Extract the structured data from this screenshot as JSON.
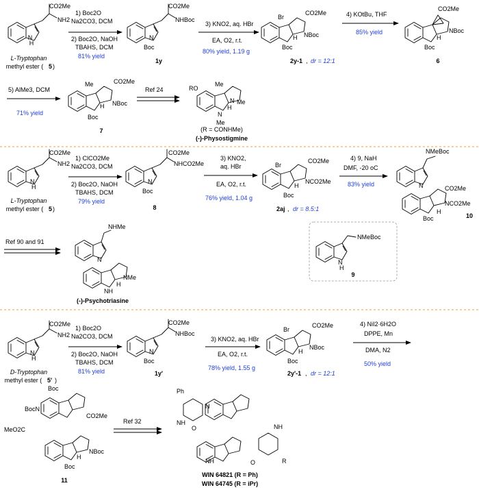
{
  "compounds": {
    "trp_l_name1": "L-Tryptophan",
    "trp_l_name2": "methyl ester (",
    "trp_l_id": "5",
    "trp_d_name1": "D-Tryptophan",
    "trp_d_name2": "methyl ester (",
    "trp_d_id": "5'",
    "c1y": "1y",
    "c2y1": "2y-1",
    "c6": "6",
    "c7": "7",
    "physostigmine": "(-)-Physostigmine",
    "physo_r": "(R = CONHMe)",
    "c8": "8",
    "c2aj": "2aj",
    "c10": "10",
    "c9": "9",
    "psychotriasine": "(-)-Psychotriasine",
    "c1yp": "1y'",
    "c2yp1": "2y'-1",
    "c11": "11",
    "win1": "WIN 64821 (R = Ph)",
    "win2": "WIN 64745 (R = iPr)"
  },
  "labels": {
    "co2me": "CO2Me",
    "nh2": "NH2",
    "nhboc": "NHBoc",
    "nhco2me": "NHCO2Me",
    "nboc": "NBoc",
    "boc": "Boc",
    "br": "Br",
    "h": "H",
    "me": "Me",
    "n": "N",
    "nh": "NH",
    "ro": "RO",
    "nme": "NMe",
    "nmeboc": "NMeBoc",
    "nhme": "NHMe",
    "nco2me": "NCO2Me",
    "bocn": "BocN",
    "meo2c": "MeO2C",
    "ph": "Ph",
    "r": "R",
    "o": "O"
  },
  "steps": {
    "r1_s1a": "1) Boc2O",
    "r1_s1b": "Na2CO3, DCM",
    "r1_s2a": "2) Boc2O, NaOH",
    "r1_s2b": "TBAHS, DCM",
    "r1_y1": "81% yield",
    "r1_s3a": "3) KNO2, aq. HBr",
    "r1_s3b": "EA, O2, r.t.",
    "r1_y3": "80% yield, 1.19 g",
    "r1_dr": "dr = 12:1",
    "r1_s4": "4) KOtBu, THF",
    "r1_y4": "85% yield",
    "r1_s5": "5) AlMe3, DCM",
    "r1_y5": "71% yield",
    "r1_ref": "Ref 24",
    "r2_s1a": "1) ClCO2Me",
    "r2_s1b": "Na2CO3, DCM",
    "r2_s2a": "2) Boc2O, NaOH",
    "r2_s2b": "TBAHS, DCM",
    "r2_y1": "79% yield",
    "r2_s3a": "3) KNO2,",
    "r2_s3b": "aq. HBr",
    "r2_s3c": "EA, O2, r.t.",
    "r2_y3": "76% yield, 1.04 g",
    "r2_dr": "dr = 8.5:1",
    "r2_s4a": "4) 9, NaH",
    "r2_s4b": "DMF, -20 oC",
    "r2_y4": "83% yield",
    "r2_ref": "Ref 90 and 91",
    "r3_s1a": "1) Boc2O",
    "r3_s1b": "Na2CO3, DCM",
    "r3_s2a": "2) Boc2O, NaOH",
    "r3_s2b": "TBAHS, DCM",
    "r3_y1": "81% yield",
    "r3_s3a": "3) KNO2, aq. HBr",
    "r3_s3b": "EA, O2, r.t.",
    "r3_y3": "78% yield, 1.55 g",
    "r3_dr": "dr = 12:1",
    "r3_s4a": "4) NiI2·6H2O",
    "r3_s4b": "DPPE, Mn",
    "r3_s4c": "DMA, N2",
    "r3_y4": "50% yield",
    "r3_ref": "Ref 32"
  },
  "colors": {
    "yield": "#1f3fd6",
    "separator": "#e8a33a",
    "box": "#999999"
  }
}
